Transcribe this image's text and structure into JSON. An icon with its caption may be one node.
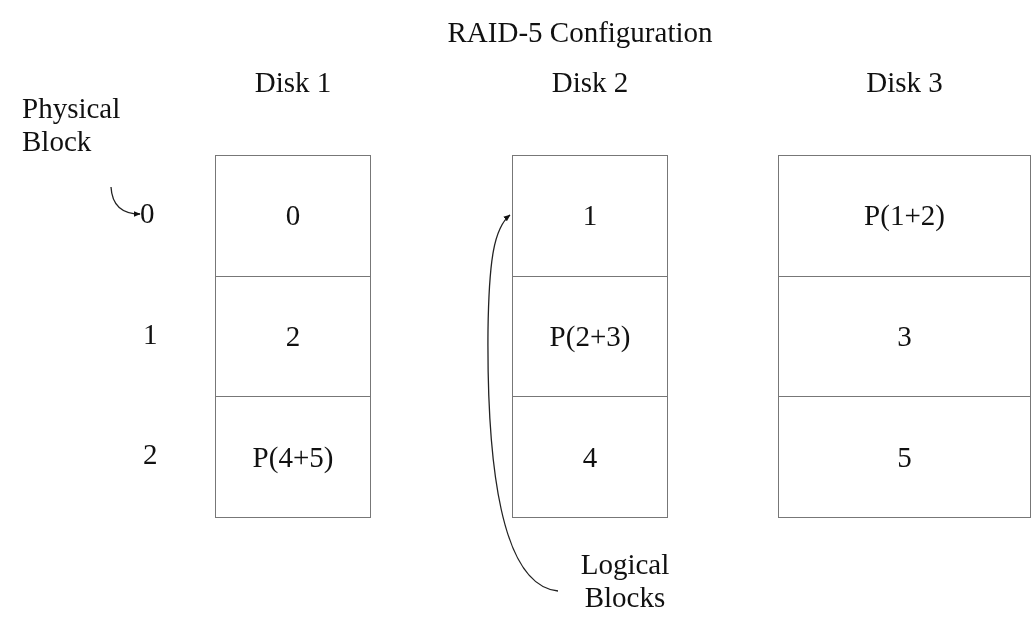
{
  "diagram": {
    "title": "RAID-5 Configuration",
    "nodes": [
      {
        "text": [
          "Physical Block"
        ]
      },
      {
        "text": [
          "0"
        ]
      },
      {
        "text": [
          "Disk 1"
        ]
      },
      {
        "text": [
          "0"
        ],
        "in": 2
      },
      {
        "text": [
          "2"
        ],
        "in": 2
      },
      {
        "text": [
          "P(4+5)"
        ],
        "in": 2
      },
      {
        "text": [
          "Disk 2"
        ]
      },
      {
        "text": [
          "1"
        ],
        "in": 6
      },
      {
        "text": [
          "P(2+3)"
        ],
        "in": 6
      },
      {
        "text": [
          "4"
        ],
        "in": 6
      },
      {
        "text": [
          "Disk 3"
        ]
      },
      {
        "text": [
          "P(1+2)"
        ],
        "in": 10
      },
      {
        "text": [
          "3"
        ],
        "in": 10
      },
      {
        "text": [
          "5"
        ],
        "in": 10
      },
      {
        "text": [
          "Logical Blocks"
        ]
      }
    ],
    "edges": [
      {
        "from": 0,
        "to": 1,
        "arrow": "to"
      },
      {
        "from": 14,
        "to": 7,
        "arrow": "to"
      }
    ],
    "labels": [
      "1",
      "2"
    ]
  }
}
